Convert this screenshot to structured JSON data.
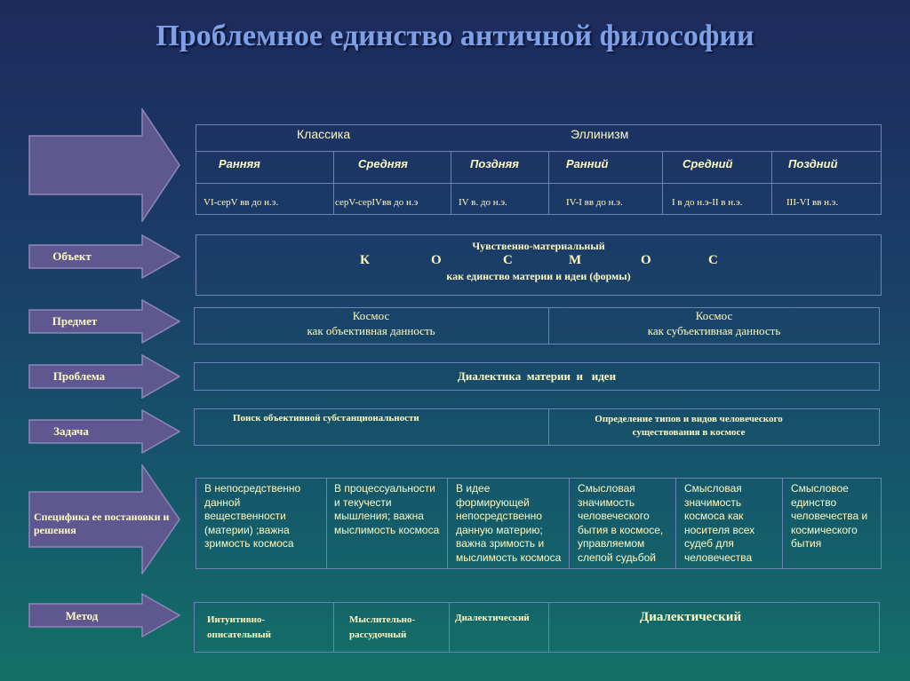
{
  "title": "Проблемное единство античной философии",
  "header": {
    "groups": [
      "Классика",
      "Эллинизм"
    ],
    "periods": [
      "Ранняя",
      "Средняя",
      "Поздняя",
      "Ранний",
      "Средний",
      "Поздний"
    ],
    "dates": [
      "VI-серV вв до н.э.",
      "серV-серIVвв до н.э",
      "IV в. до н.э.",
      "IV-I вв до н.э.",
      "I в до н.э-II в н.э.",
      "III-VI вв н.э."
    ]
  },
  "rows": {
    "object": {
      "label": "Объект",
      "line1": "Чувственно-материальный",
      "cosmos_letters": [
        "К",
        "О",
        "С",
        "М",
        "О",
        "С"
      ],
      "line3": "как единство материи и идеи (формы)"
    },
    "subject": {
      "label": "Предмет",
      "left_1": "Космос",
      "left_2": "как объективная данность",
      "right_1": "Космос",
      "right_2": "как субъективная данность"
    },
    "problem": {
      "label": "Проблема",
      "text": "Диалектика  материи  и   идеи"
    },
    "task": {
      "label": "Задача",
      "left": "Поиск объективной субстанциональности",
      "right": "Определение типов и видов человеческого существования в космосе"
    },
    "specifics": {
      "label": "Специфика ее постановки и решения",
      "cells": [
        "В непосредственно данной вещественности (материи) ;важна зримость космоса",
        "В процессуальности и текучести мышления; важна мыслимость космоса",
        "В идее формирующей непосредственно данную материю; важна зримость и мыслимость космоса",
        "Смысловая значимость человеческого бытия в космосе, управляемом слепой судьбой",
        "Смысловая значимость космоса как носителя всех судеб для человечества",
        "Смысловое единство человечества и космического бытия"
      ]
    },
    "method": {
      "label": "Метод",
      "cells": [
        "Интуитивно-описательный",
        "Мыслительно-рассудочный",
        "Диалектический",
        "Диалектический"
      ]
    }
  },
  "colors": {
    "title": "#7ea0e6",
    "arrow_fill": "#5e5790",
    "text": "#fffbc0",
    "border": "#6d82b8"
  }
}
